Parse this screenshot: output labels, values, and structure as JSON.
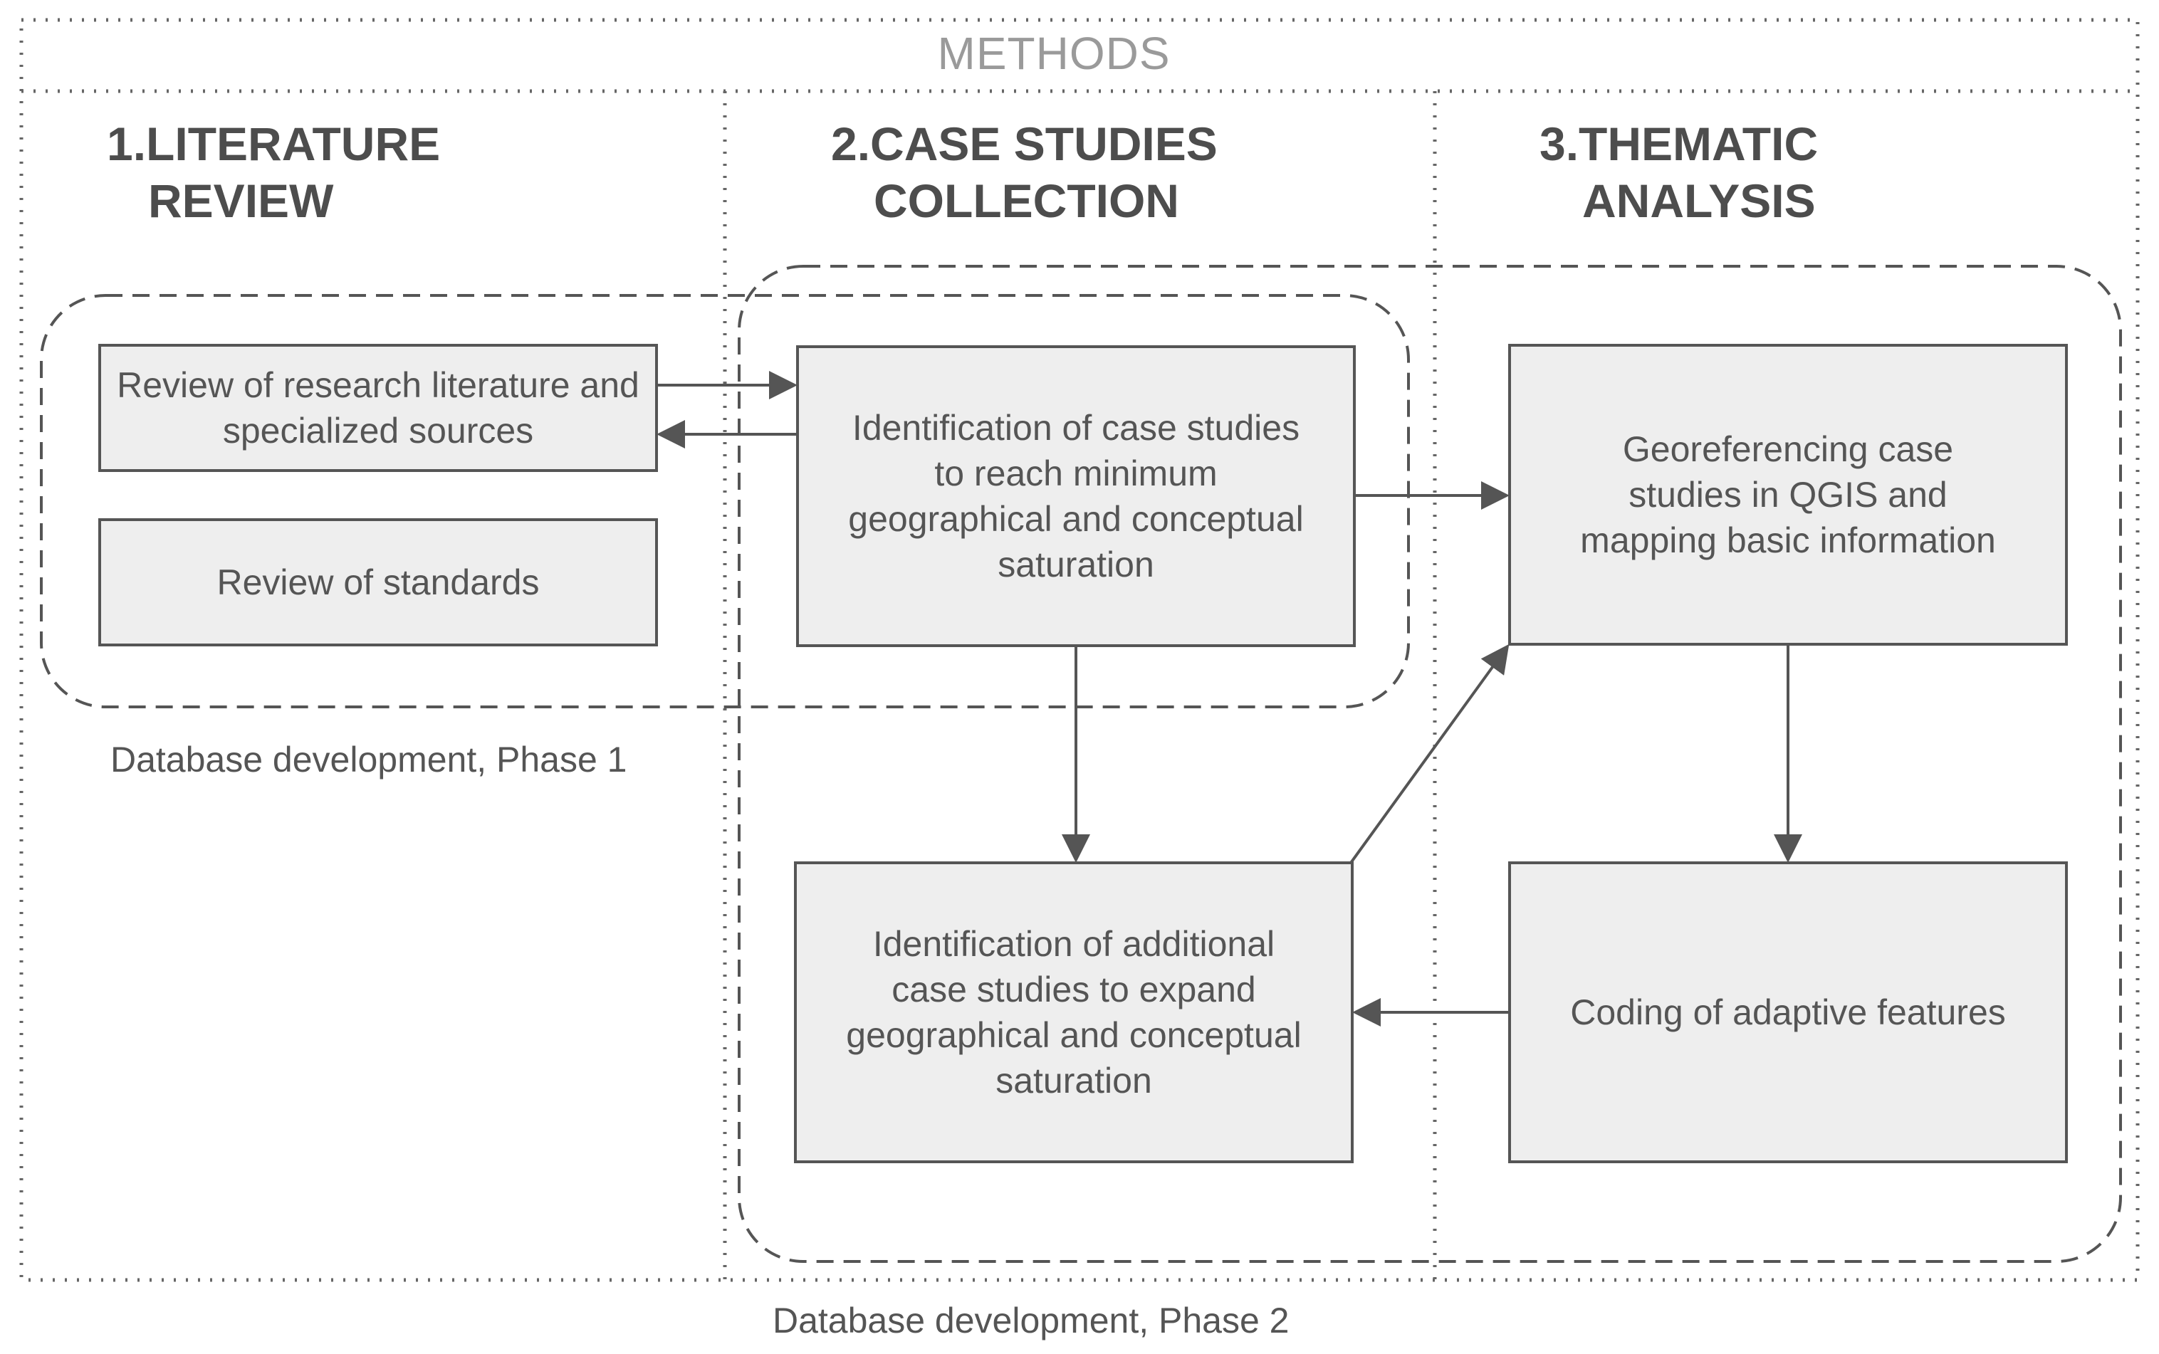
{
  "title": "METHODS",
  "columns": [
    {
      "title_line1": "1.LITERATURE",
      "title_line2": "REVIEW"
    },
    {
      "title_line1": "2.CASE STUDIES",
      "title_line2": "COLLECTION"
    },
    {
      "title_line1": "3.THEMATIC",
      "title_line2": "ANALYSIS"
    }
  ],
  "boxes": {
    "review_literature": "Review of research literature and specialized sources",
    "review_standards": "Review of standards",
    "identification_cases": "Identification of case studies to reach minimum geographical and conceptual saturation",
    "identification_additional": "Identification of additional case studies to expand geographical and conceptual saturation",
    "georeferencing": "Georeferencing case studies in QGIS and mapping basic information",
    "coding": "Coding of adaptive features"
  },
  "phases": {
    "phase1": "Database development, Phase 1",
    "phase2": "Database development, Phase 2"
  },
  "colors": {
    "box_fill": "#eeeeee",
    "box_stroke": "#555555",
    "text": "#555555",
    "title_gray": "#9a9a9a"
  }
}
